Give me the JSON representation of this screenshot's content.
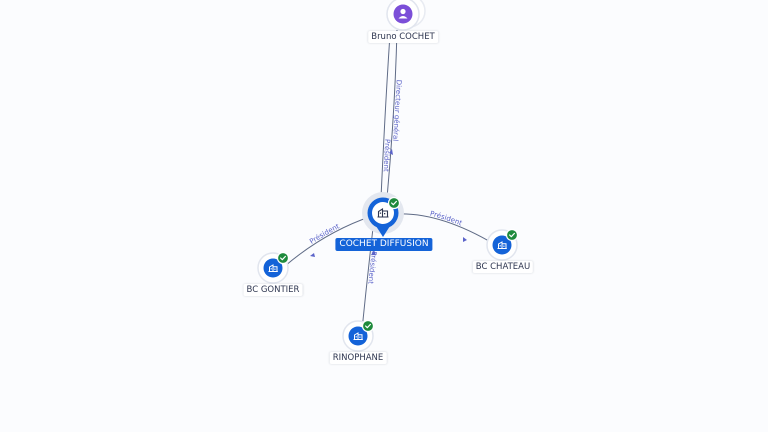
{
  "colors": {
    "company": "#1463d8",
    "person": "#7c4fd8",
    "verified_badge": "#1e8a3c",
    "edge": "#5f6b86",
    "edge_label": "#5b63c9"
  },
  "nodes": {
    "bruno": {
      "label": "Bruno COCHET",
      "kind": "person",
      "icon": "person-icon"
    },
    "cochet_diffusion": {
      "label": "COCHET DIFFUSION",
      "kind": "company",
      "icon": "building-icon",
      "verified": true,
      "selected": true
    },
    "bc_gontier": {
      "label": "BC GONTIER",
      "kind": "company",
      "icon": "building-icon",
      "verified": true
    },
    "bc_chateau": {
      "label": "BC CHATEAU",
      "kind": "company",
      "icon": "building-icon",
      "verified": true
    },
    "rinophane": {
      "label": "RINOPHANE",
      "kind": "company",
      "icon": "building-icon",
      "verified": true
    }
  },
  "edges": {
    "bruno_president": {
      "label": "Président"
    },
    "bruno_dg": {
      "label": "Directeur général"
    },
    "gontier": {
      "label": "Président"
    },
    "chateau": {
      "label": "Président"
    },
    "rinophane": {
      "label": "Président"
    }
  }
}
